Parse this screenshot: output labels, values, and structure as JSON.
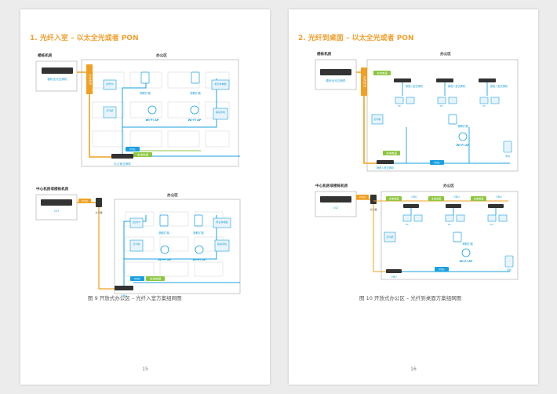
{
  "pages": [
    {
      "heading": "1. 光纤入室 – 以太全光或者 PON",
      "caption": "图 9 开放式办公区 – 光纤入室方案组网图",
      "page_number": "15",
      "d1": {
        "room_title": "楼栋机房",
        "switch_label": "楼栋全光交换机",
        "office_title": "办公区",
        "link_label": "以太全光",
        "devices": [
          "台式PC",
          "打印机",
          "笔记本电脑",
          "移动手机"
        ],
        "extender": "物联扩展",
        "ap": "Wi-Fi AP",
        "poe": "POE",
        "power": "本地电源",
        "office_switch": "办公室交换机"
      },
      "d2": {
        "room_title": "中心机房或楼栋机房",
        "olt": "OLT",
        "pon": "PON",
        "splitter": "分光器",
        "office_title": "办公区",
        "devices": [
          "台式PC",
          "打印机",
          "笔记本电脑",
          "移动手机"
        ],
        "extender": "物联扩展",
        "ap": "Wi-Fi AP",
        "poe": "POE",
        "power": "本地电源",
        "onu": "ONU"
      }
    },
    {
      "heading": "2. 光纤到桌面 – 以太全光或者 PON",
      "caption": "图 10 开放式办公区 – 光纤到桌面方案组网图",
      "page_number": "16",
      "d1": {
        "room_title": "楼栋机房",
        "switch_label": "楼栋全光交换机",
        "office_title": "办公区",
        "link_label": "以太全光",
        "power": "本地电源",
        "desk_switch": "静音入室交换机",
        "printer": "打印机",
        "pc": "PC",
        "extender": "物联扩展",
        "ap": "Wi-Fi AP",
        "poe": "POE",
        "phone": "手机"
      },
      "d2": {
        "room_title": "中心机房或楼栋机房",
        "olt": "OLT",
        "pon": "PON",
        "splitter": "分光器",
        "office_title": "办公区",
        "power": "本地电源",
        "onu": "ONU",
        "printer": "打印机",
        "pc": "PC",
        "extender": "物联扩展",
        "ap": "Wi-Fi AP",
        "poe": "POE",
        "phone": "手机"
      }
    }
  ]
}
